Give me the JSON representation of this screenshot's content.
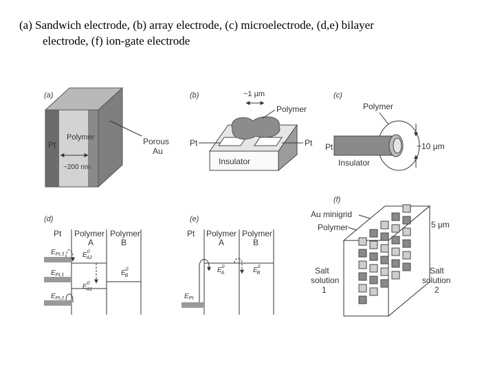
{
  "caption": {
    "line1": "(a) Sandwich electrode, (b) array electrode, (c) microelectrode, (d,e) bilayer",
    "line2": "electrode, (f) ion-gate electrode"
  },
  "panels": {
    "a": {
      "tag": "(a)",
      "polymer": "Polymer",
      "pt": "Pt",
      "porous": "Porous",
      "au": "Au",
      "dim": "~200 nm"
    },
    "b": {
      "tag": "(b)",
      "dim": "~1 μm",
      "polymer": "Polymer",
      "pt_left": "Pt",
      "pt_right": "Pt",
      "insulator": "Insulator"
    },
    "c": {
      "tag": "(c)",
      "polymer": "Polymer",
      "pt": "Pt",
      "insulator": "Insulator",
      "dim": "~10 μm"
    },
    "d": {
      "tag": "(d)",
      "pt": "Pt",
      "polymer_a": "Polymer",
      "a": "A",
      "polymer_b": "Polymer",
      "b": "B",
      "e1": "E",
      "e1sub": "Pt,3",
      "e2": "E",
      "e2sub": "Pt,1",
      "e3": "E",
      "e3sub": "Pt,2",
      "ea2": "E",
      "ea2sup": "0",
      "ea2sub": "A2",
      "eb": "E",
      "ebsup": "0",
      "ebsub": "B",
      "ea1": "E",
      "ea1sup": "0",
      "ea1sub": "A1"
    },
    "e": {
      "tag": "(e)",
      "pt": "Pt",
      "polymer_a": "Polymer",
      "a": "A",
      "polymer_b": "Polymer",
      "b": "B",
      "ea": "E",
      "easup": "0",
      "easub": "A",
      "eb": "E",
      "ebsup": "0",
      "ebsub": "B",
      "ept": "E",
      "eptsub": "Pt"
    },
    "f": {
      "tag": "(f)",
      "minigrid": "Au minigrid",
      "dim": "5 μm",
      "polymer": "Polymer",
      "salt1": "Salt",
      "sol1": "solution",
      "n1": "1",
      "salt2": "Salt",
      "sol2": "solution",
      "n2": "2"
    }
  },
  "colors": {
    "dark": "#707070",
    "mid": "#a8a8a8",
    "light": "#d0d0d0",
    "line": "#333333"
  }
}
